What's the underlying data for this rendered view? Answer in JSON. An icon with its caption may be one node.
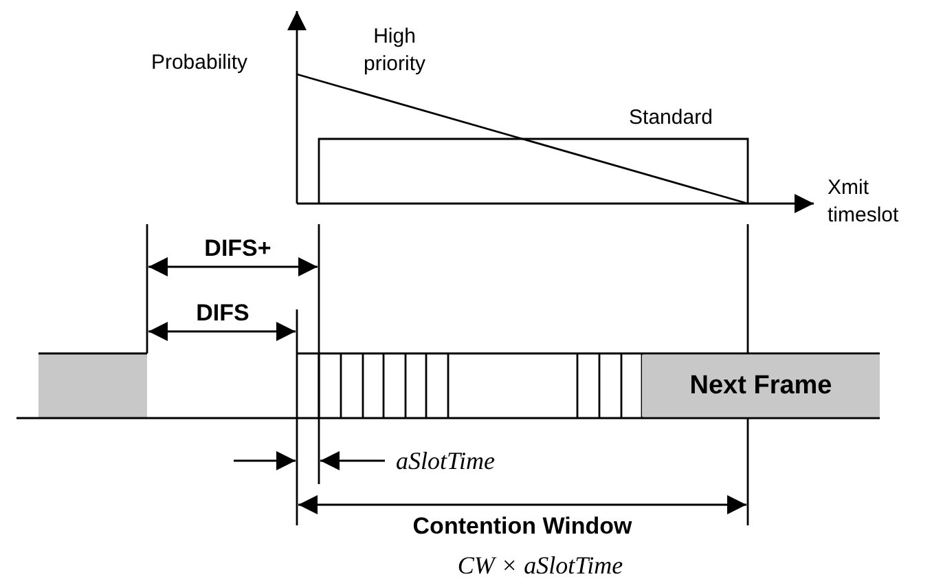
{
  "diagram": {
    "nodes": [
      {
        "text": [
          "Next Frame"
        ]
      }
    ],
    "labels": [
      "Probability",
      "High priority",
      "Standard",
      "Xmit timeslot",
      "DIFS+",
      "DIFS",
      "aSlotTime",
      "Contention Window",
      "CW × aSlotTime"
    ]
  }
}
